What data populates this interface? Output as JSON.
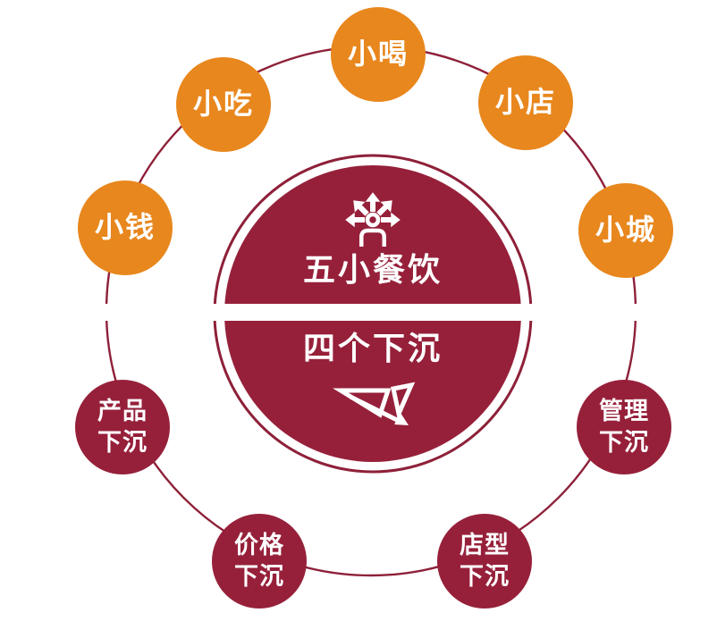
{
  "diagram": {
    "center": {
      "top_label": "五小餐饮",
      "bottom_label": "四个下沉",
      "top_icon": "expand-directions-person-icon",
      "bottom_icon": "sink-arrow-logo-icon"
    },
    "five_small": {
      "items": [
        {
          "label": "小喝"
        },
        {
          "label": "小吃"
        },
        {
          "label": "小店"
        },
        {
          "label": "小钱"
        },
        {
          "label": "小城"
        }
      ]
    },
    "four_sink": {
      "items": [
        {
          "line1": "产品",
          "line2": "下沉"
        },
        {
          "line1": "管理",
          "line2": "下沉"
        },
        {
          "line1": "价格",
          "line2": "下沉"
        },
        {
          "line1": "店型",
          "line2": "下沉"
        }
      ]
    },
    "colors": {
      "orange": "#E8871D",
      "maroon": "#96203A",
      "line": "#8E2039",
      "text": "#FFFFFF",
      "background": "#FFFFFF"
    }
  }
}
